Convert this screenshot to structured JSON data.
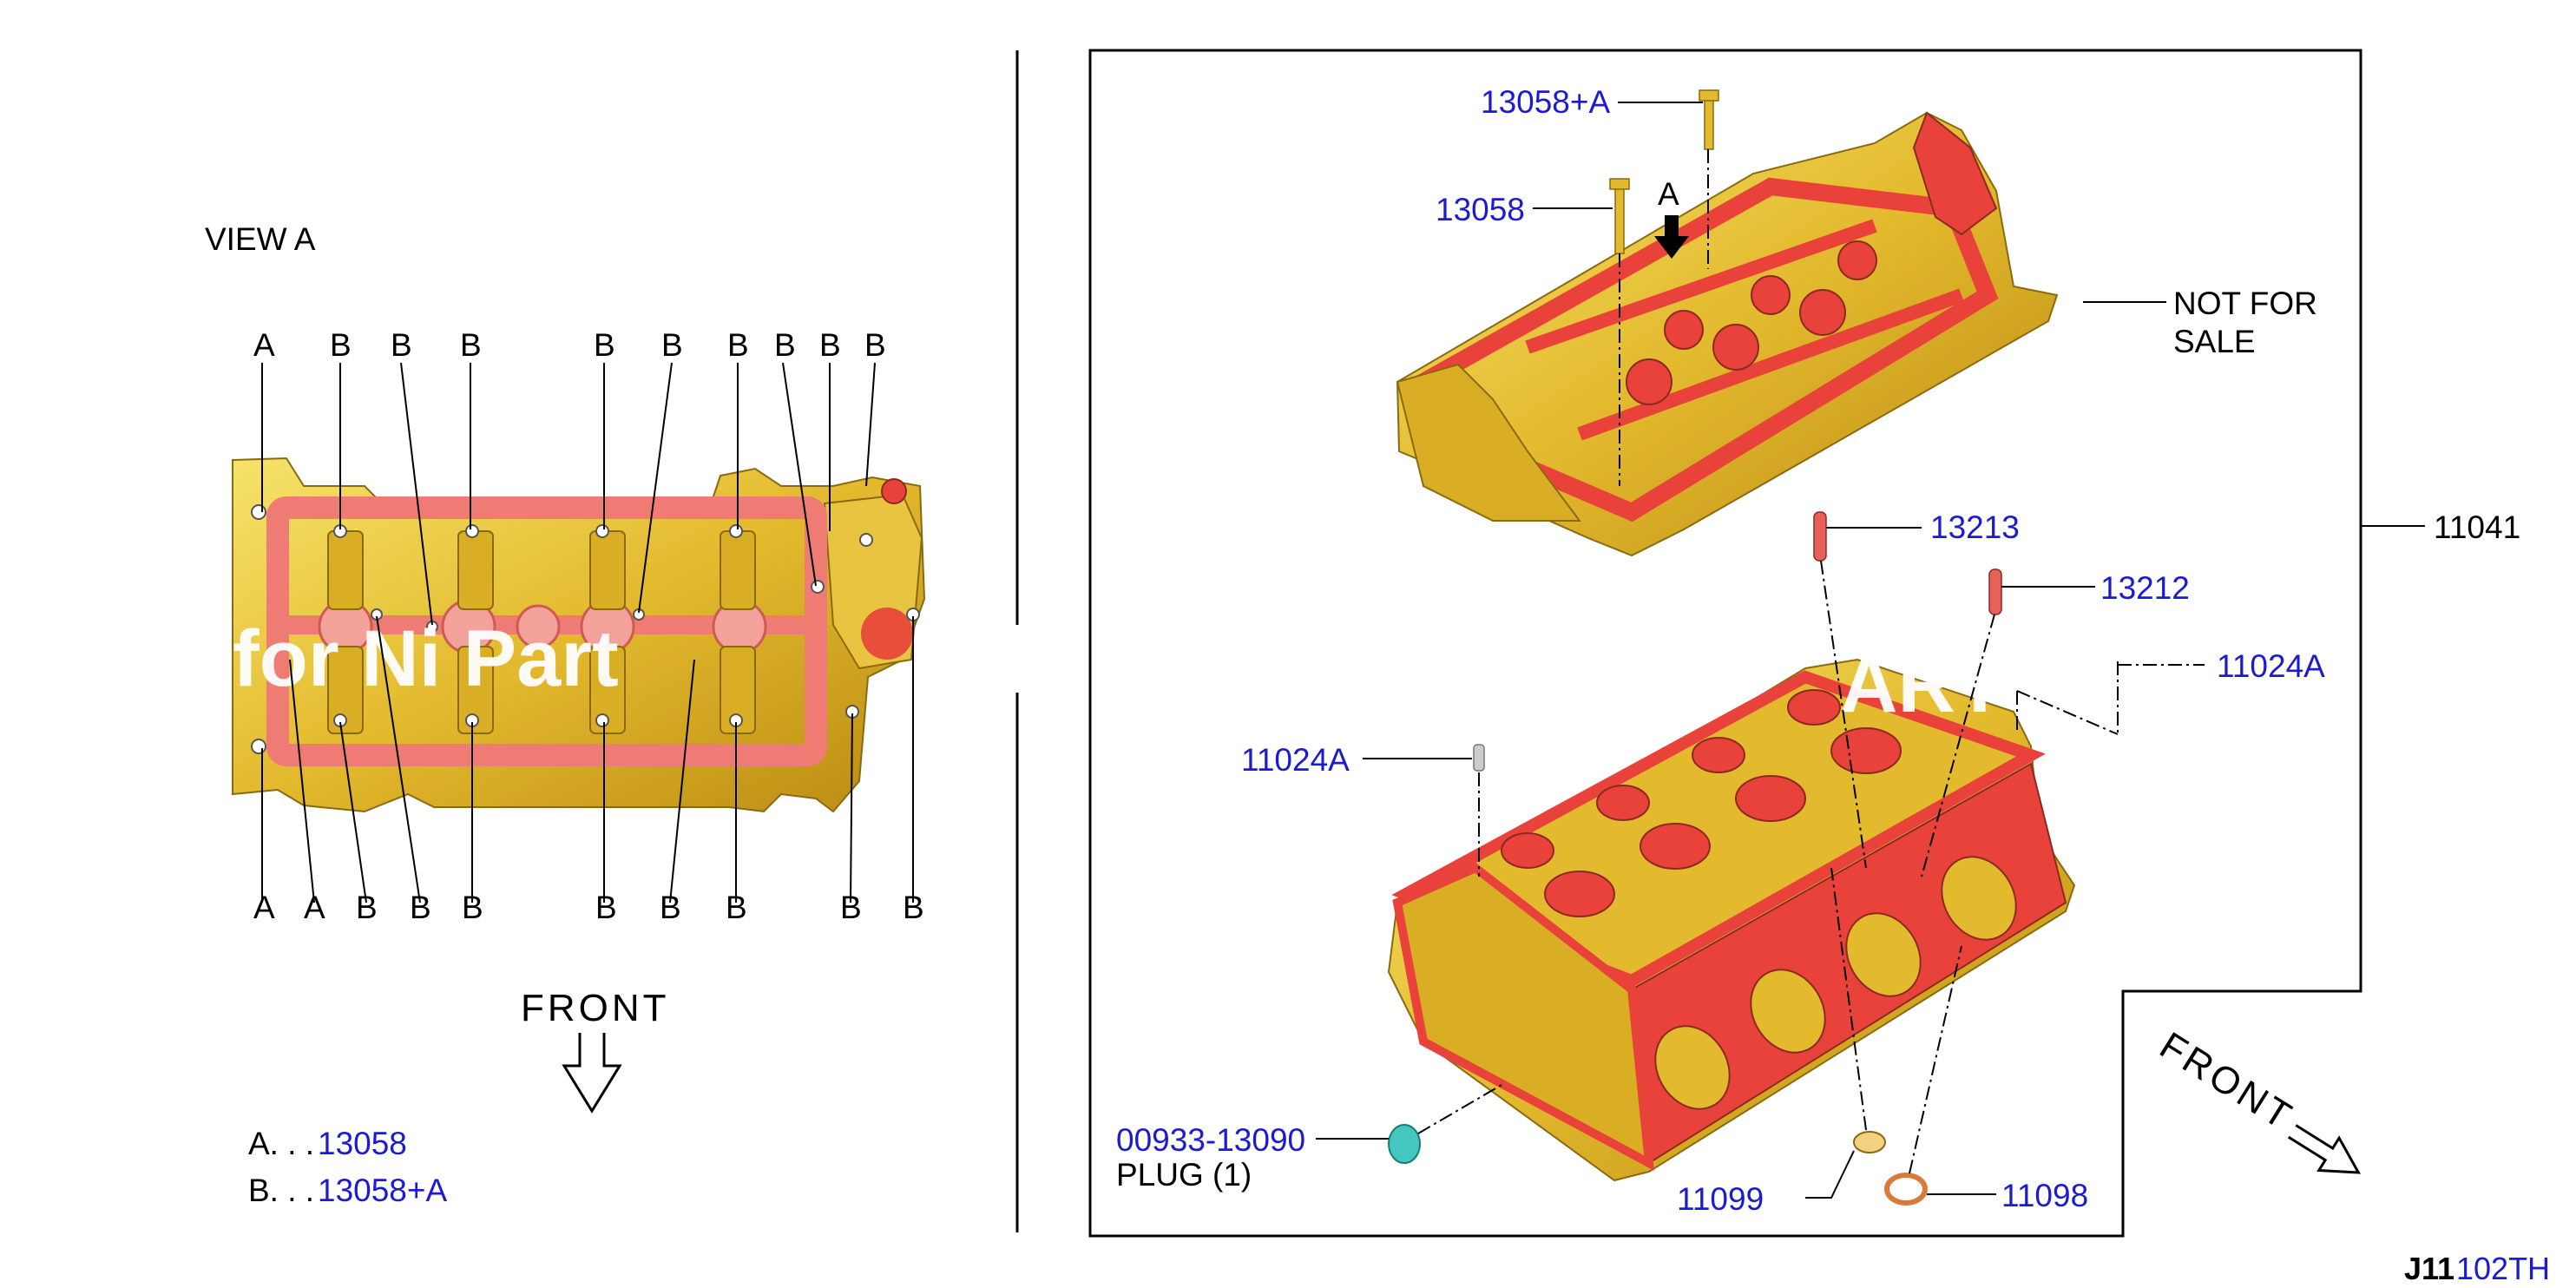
{
  "view_label": "VIEW A",
  "view_top_letters": [
    "A",
    "B",
    "B",
    "B",
    "B",
    "B",
    "B",
    "B",
    "B",
    "B"
  ],
  "view_bottom_letters": [
    "A",
    "A",
    "B",
    "B",
    "B",
    "B",
    "B",
    "B",
    "B",
    "B"
  ],
  "front_left": "FRONT",
  "legend": [
    {
      "letter": "A. . .",
      "part": "13058"
    },
    {
      "letter": "B. . .",
      "part": "13058+A"
    }
  ],
  "parts": {
    "p13058a": "13058+A",
    "p13058": "13058",
    "arrow_a": "A",
    "not_for_sale_1": "NOT FOR",
    "not_for_sale_2": "SALE",
    "p11041": "11041",
    "p13213": "13213",
    "p13212": "13212",
    "p11024a_r": "11024A",
    "p11024a_l": "11024A",
    "p00933": "00933-13090",
    "plug": "PLUG (1)",
    "p11099": "11099",
    "p11098": "11098"
  },
  "front_right": "FRONT",
  "code_black": "J11",
  "code_blue": "102TH",
  "colors": {
    "casting": "#e8c23a",
    "gasket": "#e8423a",
    "part_number": "#1b1bd4"
  }
}
